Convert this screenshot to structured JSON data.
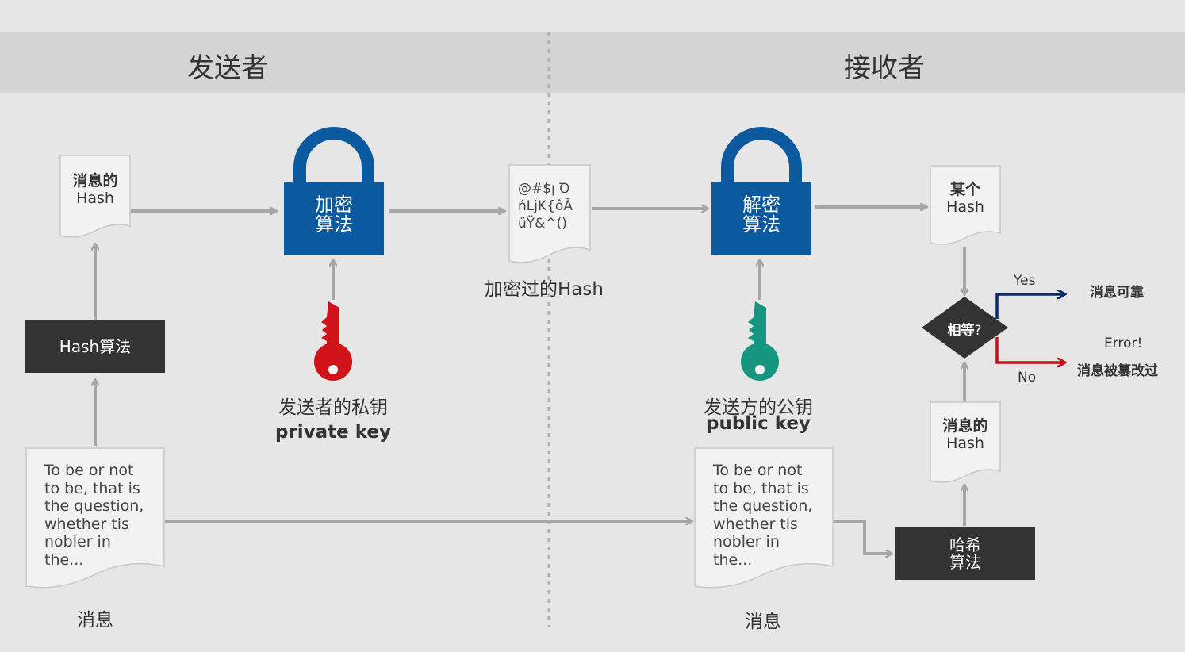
{
  "sender": {
    "title": "发送者"
  },
  "receiver": {
    "title": "接收者"
  },
  "sender_side": {
    "message_doc": "To be or not\nto be, that is\nthe question,\nwhether tis\nnobler in\nthe...",
    "message_label": "消息",
    "hash_algo": "Hash算法",
    "hash_doc_line1": "消息的",
    "hash_doc_line2": "Hash",
    "encrypt_line1": "加密",
    "encrypt_line2": "算法",
    "private_key_label": "发送者的私钥",
    "private_key_en": "private key"
  },
  "middle": {
    "encrypted_doc": "@#$ꞁ Ꝺ\nńLjK{ôĂ\nűŸ&^()",
    "encrypted_label": "加密过的Hash"
  },
  "receiver_side": {
    "decrypt_line1": "解密",
    "decrypt_line2": "算法",
    "public_key_label": "发送方的公钥",
    "public_key_en": "public key",
    "some_hash_line1": "某个",
    "some_hash_line2": "Hash",
    "equal": "相等",
    "equal_q": "?",
    "yes": "Yes",
    "no": "No",
    "reliable": "消息可靠",
    "error": "Error!",
    "tampered": "消息被篡改过",
    "msg_hash_line1": "消息的",
    "msg_hash_line2": "Hash",
    "hash_algo_line1": "哈希",
    "hash_algo_line2": "算法",
    "message_doc": "To be or not\nto be, that is\nthe question,\nwhether tis\nnobler in\nthe...",
    "message_label": "消息"
  },
  "colors": {
    "lock_blue": "#0b5aa0",
    "private_key_red": "#d0121b",
    "public_key_teal": "#16957f",
    "yes_arrow": "#0d2b6b",
    "no_arrow": "#c01018",
    "arrow_gray": "#a6a6a6"
  },
  "icons": [
    "lock-icon",
    "key-icon"
  ]
}
